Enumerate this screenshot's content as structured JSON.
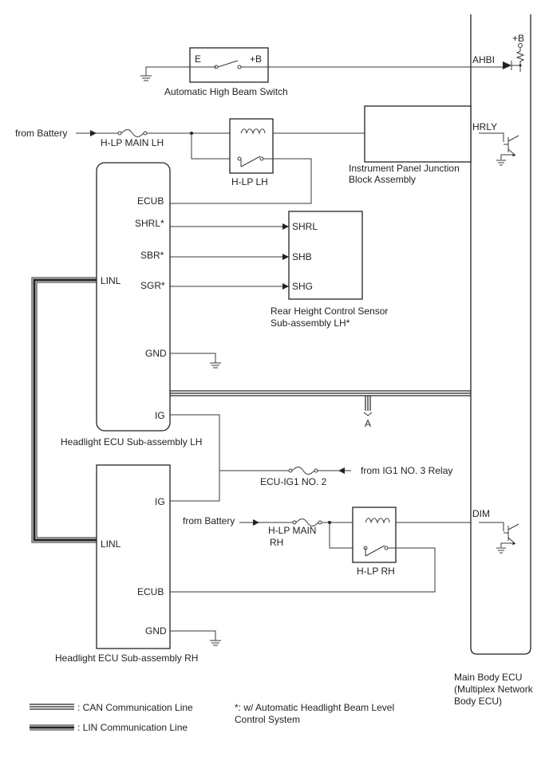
{
  "main_ecu": {
    "name_line1": "Main Body ECU",
    "name_line2": "(Multiplex Network",
    "name_line3": "Body ECU)",
    "pin_ahbi": "AHBI",
    "pin_hrly": "HRLY",
    "pin_dim": "DIM",
    "supply": "+B"
  },
  "ahb_switch": {
    "name": "Automatic High Beam Switch",
    "pin_e": "E",
    "pin_b": "+B"
  },
  "lh_feed": {
    "source": "from Battery",
    "fuse": "H-LP MAIN LH"
  },
  "relay_lh": {
    "name": "H-LP LH"
  },
  "ipjb": {
    "line1": "Instrument Panel Junction",
    "line2": "Block Assembly"
  },
  "ecu_lh": {
    "name": "Headlight ECU Sub-assembly LH",
    "pin_ecub": "ECUB",
    "pin_shrl": "SHRL*",
    "pin_sbr": "SBR*",
    "pin_sgr": "SGR*",
    "pin_linl": "LINL",
    "pin_gnd": "GND",
    "pin_ig": "IG"
  },
  "sensor": {
    "pin_shrl": "SHRL",
    "pin_shb": "SHB",
    "pin_shg": "SHG",
    "line1": "Rear Height Control Sensor",
    "line2": "Sub-assembly LH*"
  },
  "can_junction": "A",
  "ig_feed": {
    "source": "from IG1 NO. 3 Relay",
    "fuse": "ECU-IG1 NO. 2"
  },
  "rh_feed": {
    "source": "from Battery",
    "fuse_line1": "H-LP MAIN",
    "fuse_line2": "RH"
  },
  "relay_rh": {
    "name": "H-LP RH"
  },
  "ecu_rh": {
    "name": "Headlight ECU Sub-assembly RH",
    "pin_ig": "IG",
    "pin_linl": "LINL",
    "pin_ecub": "ECUB",
    "pin_gnd": "GND"
  },
  "legend": {
    "can": ": CAN Communication Line",
    "lin": ": LIN Communication Line",
    "note_line1": "*: w/ Automatic Headlight Beam Level",
    "note_line2": "Control System"
  }
}
